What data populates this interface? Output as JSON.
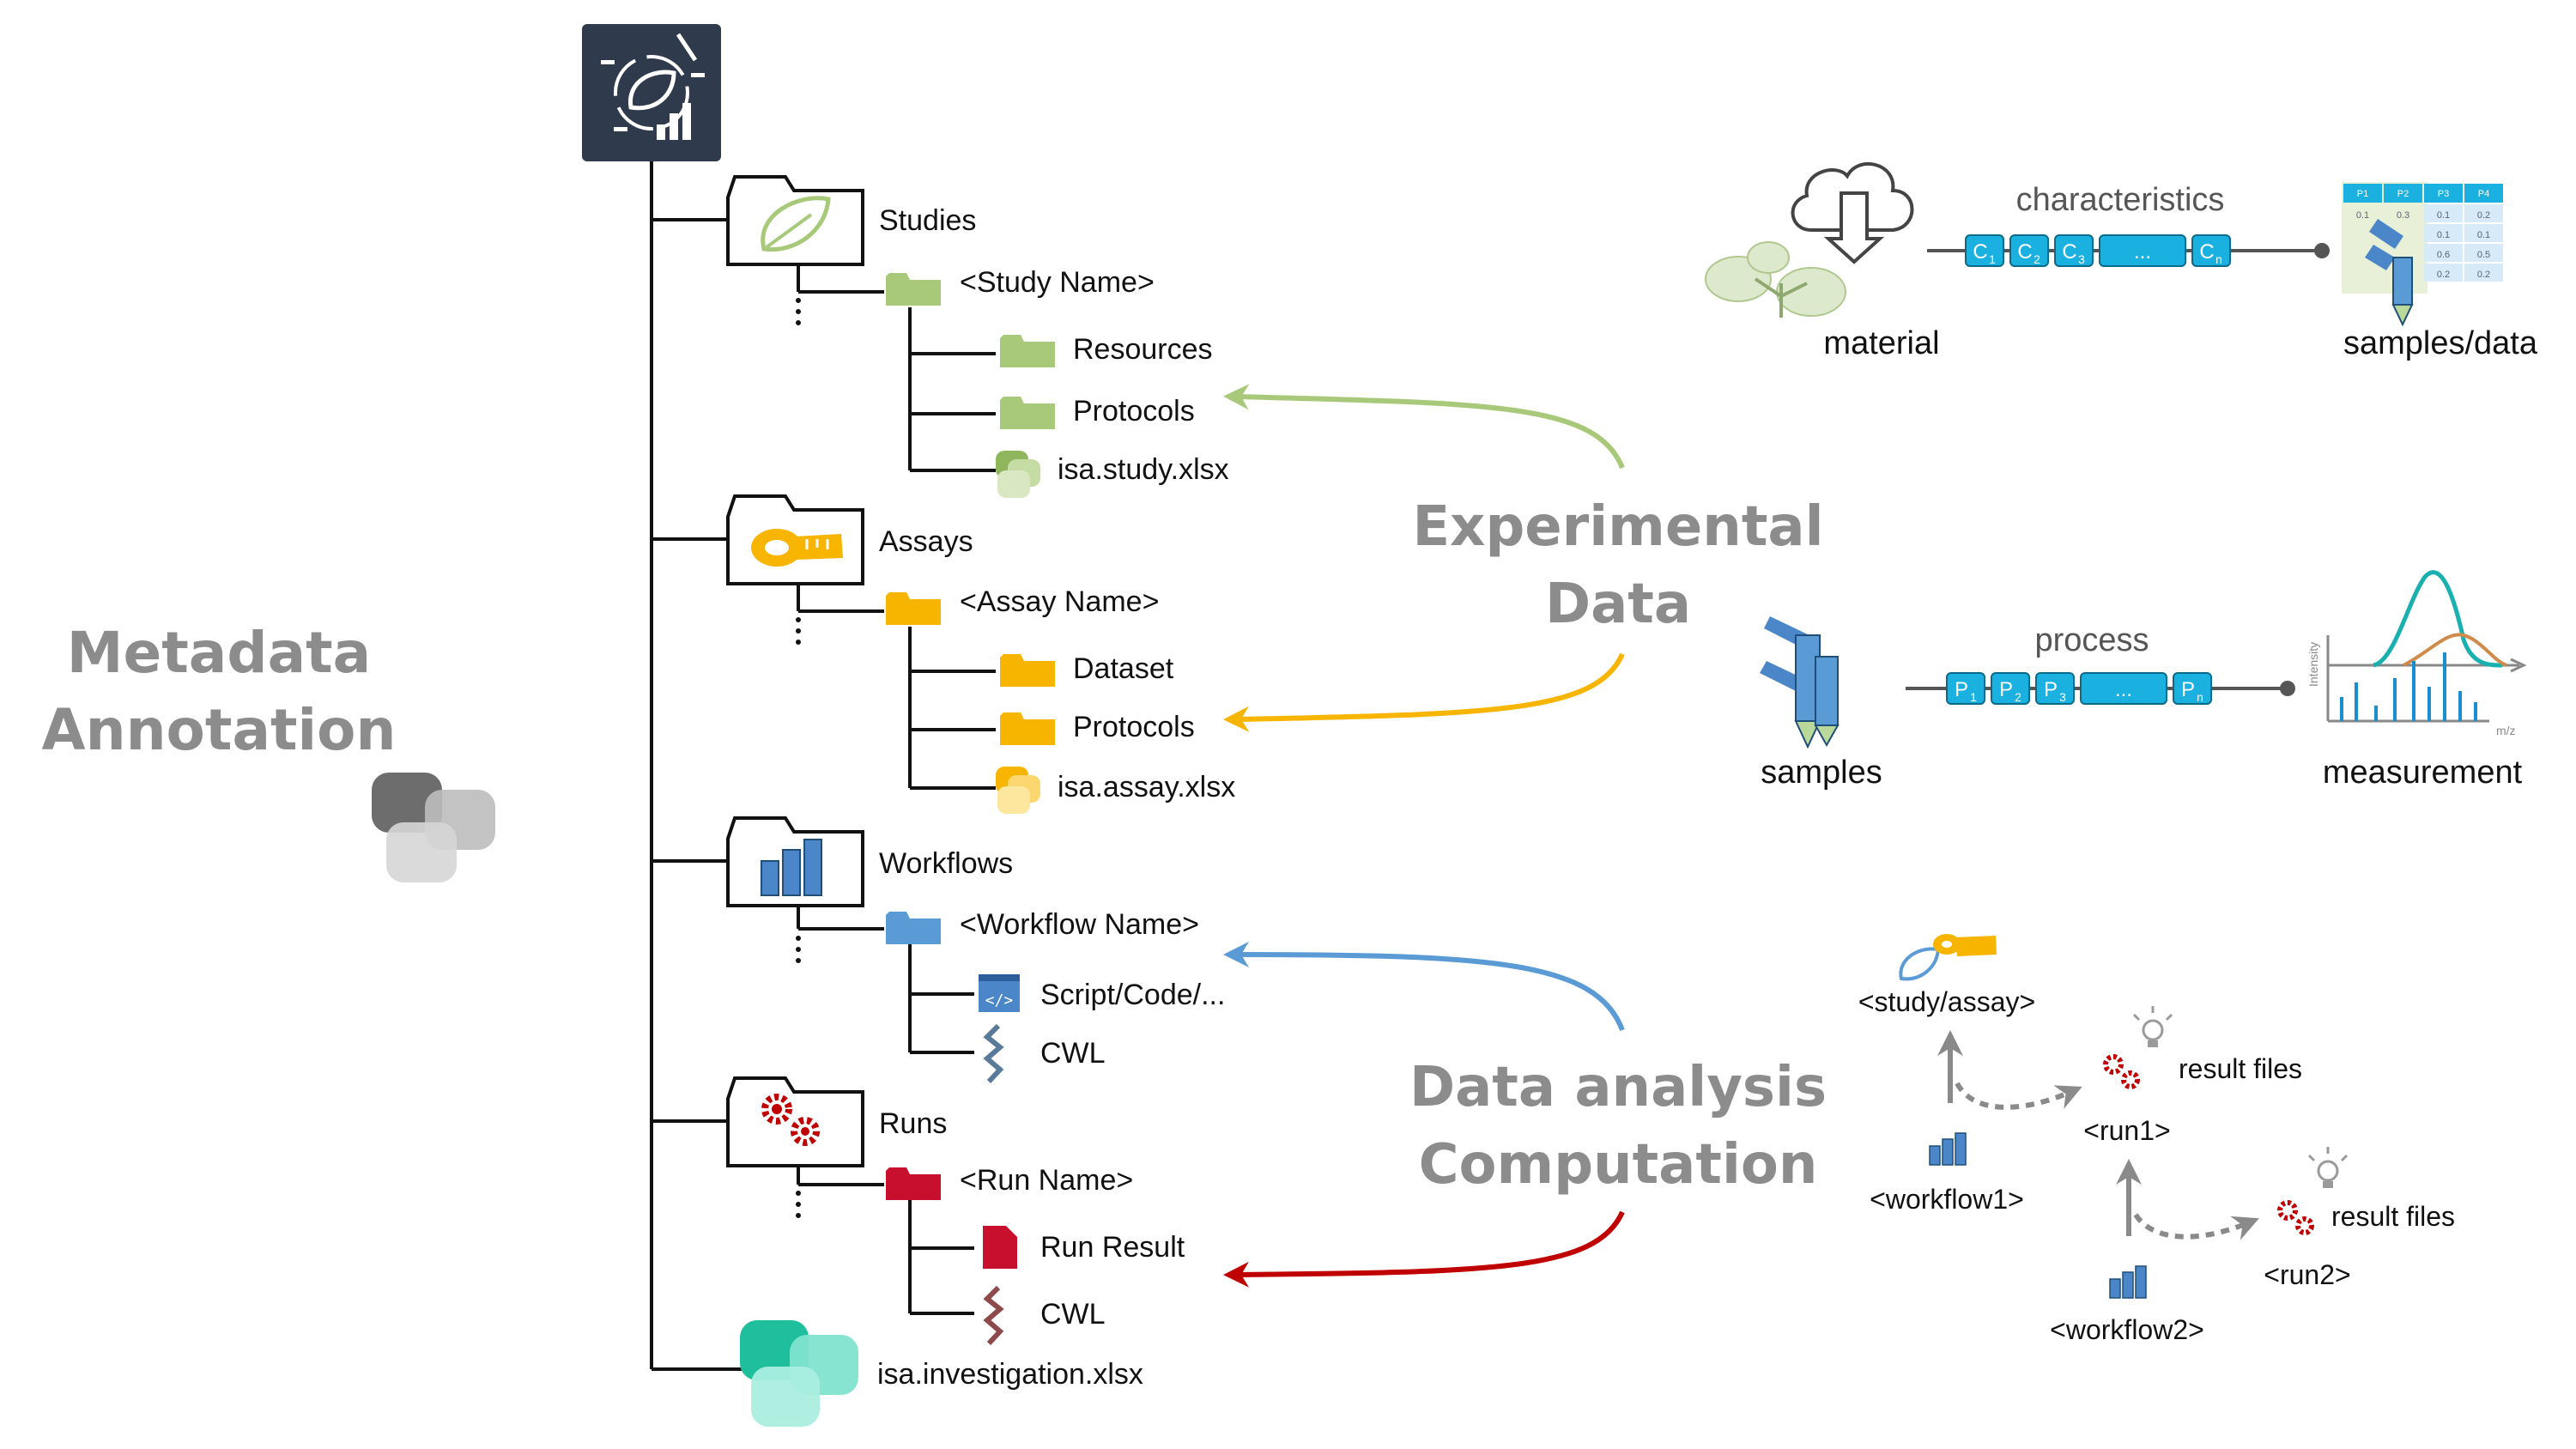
{
  "left_title": {
    "line1": "Metadata",
    "line2": "Annotation"
  },
  "tree": {
    "studies": "Studies",
    "study_name": "<Study Name>",
    "resources": "Resources",
    "study_protocols": "Protocols",
    "study_file": "isa.study.xlsx",
    "assays": "Assays",
    "assay_name": "<Assay Name>",
    "dataset": "Dataset",
    "assay_protocols": "Protocols",
    "assay_file": "isa.assay.xlsx",
    "workflows": "Workflows",
    "workflow_name": "<Workflow Name>",
    "script": "Script/Code/...",
    "workflow_cwl": "CWL",
    "runs": "Runs",
    "run_name": "<Run Name>",
    "run_result": "Run Result",
    "run_cwl": "CWL",
    "investigation_file": "isa.investigation.xlsx"
  },
  "middle": {
    "experimental_line1": "Experimental",
    "experimental_line2": "Data",
    "analysis_line1": "Data analysis",
    "analysis_line2": "Computation"
  },
  "experimental": {
    "characteristics": "characteristics",
    "material": "material",
    "samples_data": "samples/data",
    "c_chips": [
      "C",
      "C",
      "C",
      "...",
      "C"
    ],
    "c_subs": [
      "1",
      "2",
      "3",
      "",
      "n"
    ],
    "process": "process",
    "samples": "samples",
    "measurement": "measurement",
    "p_chips": [
      "P",
      "P",
      "P",
      "...",
      "P"
    ],
    "p_subs": [
      "1",
      "2",
      "3",
      "",
      "n"
    ],
    "table_headers": [
      "P1",
      "P2",
      "P3",
      "P4"
    ],
    "table_rows": [
      [
        "0.1",
        "0.3",
        "0.1",
        "0.2"
      ],
      [
        "",
        "",
        "0.1",
        "0.1"
      ],
      [
        "",
        "",
        "0.6",
        "0.5"
      ],
      [
        "",
        "",
        "0.2",
        "0.2"
      ]
    ],
    "axis_y": "Intensity",
    "axis_x": "m/z"
  },
  "analysis": {
    "study_assay": "<study/assay>",
    "run1": "<run1>",
    "run2": "<run2>",
    "result_files_1": "result files",
    "result_files_2": "result files",
    "workflow1": "<workflow1>",
    "workflow2": "<workflow2>"
  },
  "colors": {
    "study_green": "#a9c97a",
    "assay_yellow": "#f7b500",
    "workflow_blue": "#4a86c8",
    "run_red": "#c00000",
    "chip_cyan": "#1ab0e0",
    "logo_bg": "#2f3b4c",
    "teal": "#3fcfaf"
  }
}
